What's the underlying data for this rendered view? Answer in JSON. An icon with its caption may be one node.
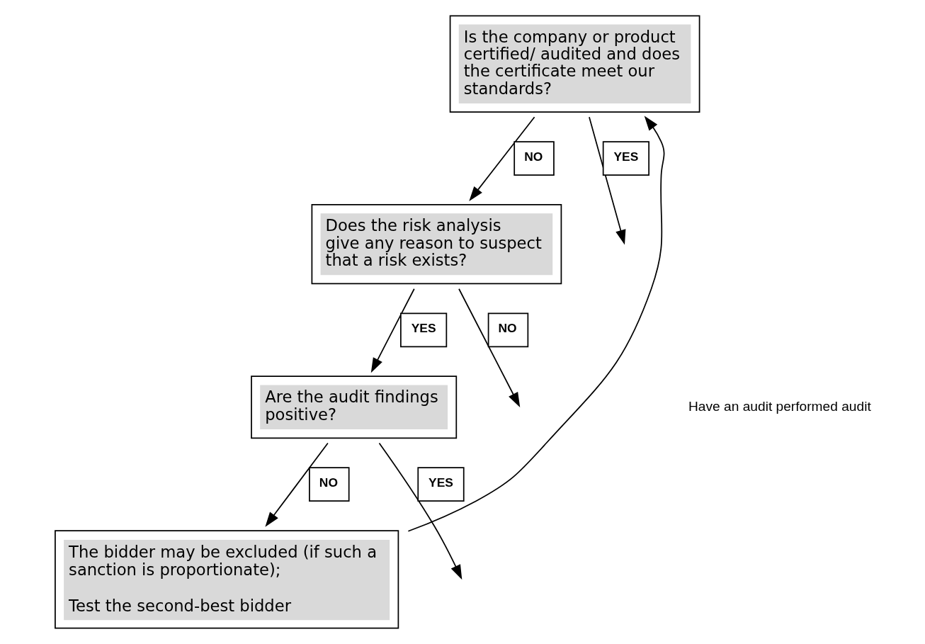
{
  "diagram": {
    "nodes": [
      {
        "text": [
          "Is the company or product certified/ audited and does the certificate meet our standards?"
        ]
      },
      {
        "text": [
          "Does the risk analysis give any reason to suspect that a risk exists?"
        ]
      },
      {
        "text": [
          "Are the audit findings positive?"
        ]
      },
      {
        "text": [
          "The bidder may be excluded (if such a sanction is proportionate);",
          "Test the second-best bidder"
        ]
      }
    ],
    "edges": [
      {
        "from": 0,
        "to": null,
        "arrow": "to",
        "label": "YES"
      },
      {
        "from": 0,
        "to": 1,
        "arrow": "to",
        "label": "NO"
      },
      {
        "from": 1,
        "to": null,
        "arrow": "to",
        "label": "NO"
      },
      {
        "from": 1,
        "to": 2,
        "arrow": "to",
        "label": "YES"
      },
      {
        "from": 2,
        "to": null,
        "arrow": "to",
        "label": "YES"
      },
      {
        "from": 2,
        "to": 3,
        "arrow": "to",
        "label": "NO"
      },
      {
        "from": 3,
        "to": 0,
        "arrow": "to"
      }
    ],
    "labels": [
      "Have an audit performed audit"
    ]
  }
}
